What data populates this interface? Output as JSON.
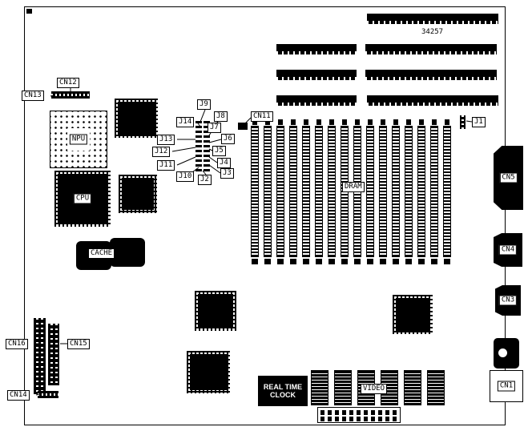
{
  "diagram": {
    "part_number": "34257",
    "chips": {
      "npu": "NPU",
      "cpu": "CPU",
      "cache": "CACHE",
      "dram": "DRAM",
      "video": "VIDEO",
      "rtc": {
        "line1": "REAL TIME",
        "line2": "CLOCK"
      }
    },
    "connectors": {
      "cn1": "CN1",
      "cn3": "CN3",
      "cn4": "CN4",
      "cn5": "CN5",
      "cn11": "CN11",
      "cn12": "CN12",
      "cn13": "CN13",
      "cn14": "CN14",
      "cn15": "CN15",
      "cn16": "CN16",
      "j1": "J1"
    },
    "jumpers": {
      "j2": "J2",
      "j3": "J3",
      "j4": "J4",
      "j5": "J5",
      "j6": "J6",
      "j7": "J7",
      "j8": "J8",
      "j9": "J9",
      "j10": "J10",
      "j11": "J11",
      "j12": "J12",
      "j13": "J13",
      "j14": "J14"
    },
    "dram_slot_count": 16,
    "video_chip_count": 6
  }
}
